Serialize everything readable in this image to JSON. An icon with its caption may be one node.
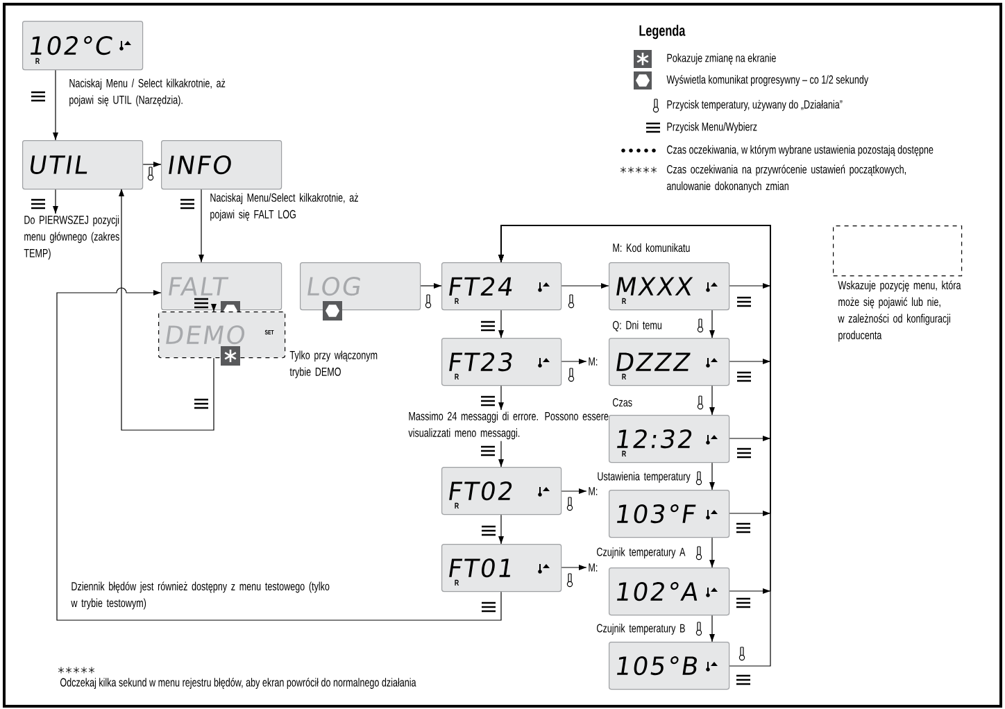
{
  "diagram": {
    "nodes": [
      {
        "text": [
          "102°C",
          "R"
        ]
      },
      {
        "text": [
          "UTIL"
        ]
      },
      {
        "text": [
          "INFO"
        ]
      },
      {
        "text": [
          "FALT"
        ]
      },
      {
        "text": [
          "DEMO",
          "SET"
        ],
        "beside": [
          "Tylko przy włączonym trybie DEMO"
        ]
      },
      {
        "text": [
          "LOG"
        ]
      },
      {
        "text": [
          "FT24",
          "R"
        ]
      },
      {
        "text": [
          "FT23",
          "R"
        ]
      },
      {
        "text": [
          "FT02",
          "R"
        ]
      },
      {
        "text": [
          "FT01",
          "R"
        ]
      },
      {
        "text": [
          "MXXX",
          "R"
        ],
        "beside": [
          "M: Kod komunikatu"
        ]
      },
      {
        "text": [
          "DZZZ",
          "R"
        ],
        "beside": [
          "Q: Dni temu"
        ]
      },
      {
        "text": [
          "12:32",
          "R"
        ],
        "beside": [
          "Czas"
        ]
      },
      {
        "text": [
          "103°F"
        ],
        "beside": [
          "Ustawienia temperatury"
        ]
      },
      {
        "text": [
          "102°A"
        ],
        "beside": [
          "Czujnik temperatury A"
        ]
      },
      {
        "text": [
          "105°B"
        ],
        "beside": [
          "Czujnik temperatury B"
        ]
      },
      {
        "text": [],
        "shape": "box",
        "beside": [
          "Wskazuje pozycję menu, która może się pojawić lub nie, w zależności od konfiguracji producenta"
        ]
      },
      {
        "text": [
          "Do PIERWSZEJ pozycji menu głównego (zakres TEMP)"
        ]
      },
      {
        "text": [
          "M:"
        ]
      },
      {
        "text": [
          "M:"
        ]
      },
      {
        "text": [
          "M:"
        ]
      },
      {
        "text": [
          "Massimo 24 messaggi di errore. Possono essere visualizzati meno messaggi."
        ]
      }
    ],
    "edges": [
      {
        "from": 0,
        "to": 1,
        "arrow": "to",
        "label": "Naciskaj Menu / Select kilkakrotnie, aż pojawi się UTIL (Narzędzia)."
      },
      {
        "from": 1,
        "to": 2,
        "arrow": "to"
      },
      {
        "from": 1,
        "to": 17,
        "arrow": "to"
      },
      {
        "from": 2,
        "to": 3,
        "arrow": "to",
        "label": "Naciskaj Menu/Select kilkakrotnie, aż pojawi się FALT LOG"
      },
      {
        "from": 3,
        "to": 4,
        "arrow": "to"
      },
      {
        "from": 4,
        "to": 1,
        "arrow": "to"
      },
      {
        "from": 5,
        "to": 6,
        "arrow": "to"
      },
      {
        "from": 6,
        "to": 7,
        "arrow": "to"
      },
      {
        "from": 7,
        "to": 21,
        "arrow": "to"
      },
      {
        "from": 21,
        "to": 8,
        "arrow": "to"
      },
      {
        "from": 8,
        "to": 9,
        "arrow": "to"
      },
      {
        "from": 9,
        "to": 3,
        "arrow": "to",
        "label": "Dziennik błędów jest również dostępny z menu testowego (tylko w trybie testowym)"
      },
      {
        "from": 6,
        "to": 10,
        "arrow": "to"
      },
      {
        "from": 7,
        "to": 18,
        "arrow": "to"
      },
      {
        "from": 8,
        "to": 19,
        "arrow": "to"
      },
      {
        "from": 9,
        "to": 20,
        "arrow": "to"
      },
      {
        "from": 10,
        "to": 11,
        "arrow": "to"
      },
      {
        "from": 11,
        "to": 12,
        "arrow": "to"
      },
      {
        "from": 12,
        "to": 13,
        "arrow": "to"
      },
      {
        "from": 13,
        "to": 14,
        "arrow": "to"
      },
      {
        "from": 14,
        "to": 15,
        "arrow": "to"
      },
      {
        "from": 10,
        "to": 6,
        "arrow": "to"
      },
      {
        "from": 11,
        "to": 6,
        "arrow": "to"
      },
      {
        "from": 12,
        "to": 6,
        "arrow": "to"
      },
      {
        "from": 13,
        "to": 6,
        "arrow": "to"
      },
      {
        "from": 14,
        "to": 6,
        "arrow": "to"
      },
      {
        "from": 15,
        "to": 6,
        "arrow": "to"
      }
    ],
    "labels": [
      "Legenda",
      "Odczekaj kilka sekund w menu rejestru błędów, aby ekran powrócił do normalnego działania"
    ],
    "legend": [
      {
        "text": "Pokazuje zmianę na ekranie"
      },
      {
        "text": "Wyświetla komunikat progresywny – co 1/2 sekundy"
      },
      {
        "text": "Przycisk temperatury, używany do „Działania”"
      },
      {
        "text": "Przycisk Menu/Wybierz"
      },
      {
        "text": "Czas oczekiwania, w którym wybrane ustawienia pozostają dostępne"
      },
      {
        "text": "Czas oczekiwania na przywrócenie ustawień początkowych, anulowanie dokonanych zmian"
      }
    ]
  }
}
